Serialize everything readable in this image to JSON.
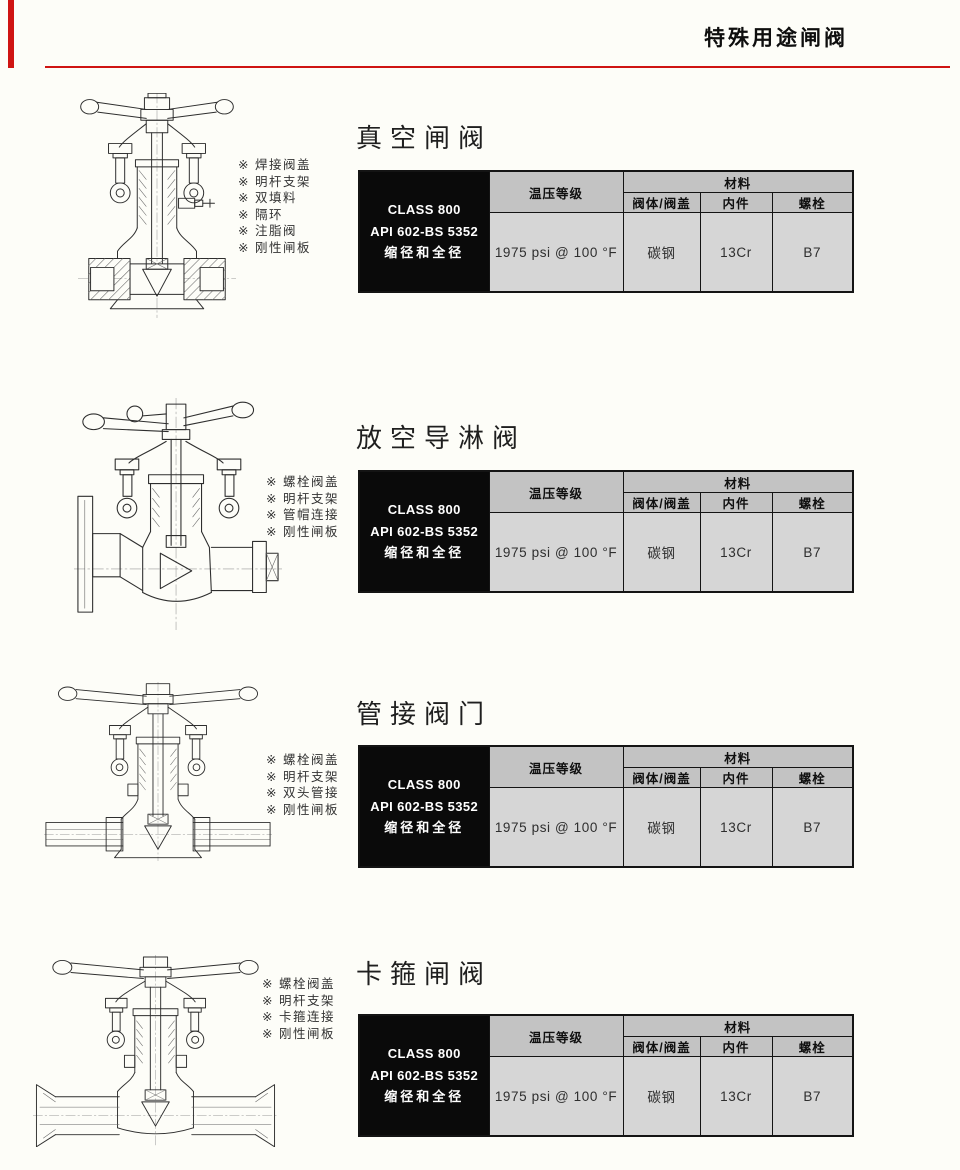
{
  "page": {
    "title": "特殊用途闸阀",
    "colors": {
      "accent_red": "#cf1412",
      "table_header_bg": "#c3c3c3",
      "table_cell_bg": "#d6d6d6",
      "spec_block_bg": "#0a0a0a",
      "page_bg": "#fdfdf8"
    }
  },
  "sections": [
    {
      "title": "真空闸阀",
      "drawing": "socket-weld-gate-valve",
      "features": [
        "※ 焊接阀盖",
        "※ 明杆支架",
        "※ 双填料",
        "※ 隔环",
        "※ 注脂阀",
        "※ 刚性闸板"
      ],
      "table": {
        "class_rating": [
          "CLASS 800",
          "API 602-BS 5352",
          "缩径和全径"
        ],
        "pressure_temp_header": "温压等级",
        "material_header": "材料",
        "material_columns": [
          "阀体/阀盖",
          "内件",
          "螺栓"
        ],
        "pressure_temp_value": "1975 psi @ 100 °F",
        "body_bonnet_value": "碳钢",
        "trim_value": "13Cr",
        "bolting_value": "B7"
      }
    },
    {
      "title": "放空导淋阀",
      "drawing": "flanged-vent-drain-valve",
      "features": [
        "※ 螺栓阀盖",
        "※ 明杆支架",
        "※ 管帽连接",
        "※ 刚性闸板"
      ],
      "table": {
        "class_rating": [
          "CLASS 800",
          "API 602-BS 5352",
          "缩径和全径"
        ],
        "pressure_temp_header": "温压等级",
        "material_header": "材料",
        "material_columns": [
          "阀体/阀盖",
          "内件",
          "螺栓"
        ],
        "pressure_temp_value": "1975 psi @ 100 °F",
        "body_bonnet_value": "碳钢",
        "trim_value": "13Cr",
        "bolting_value": "B7"
      }
    },
    {
      "title": "管接阀门",
      "drawing": "pipe-nipple-gate-valve",
      "features": [
        "※ 螺栓阀盖",
        "※ 明杆支架",
        "※ 双头管接",
        "※ 刚性闸板"
      ],
      "table": {
        "class_rating": [
          "CLASS 800",
          "API 602-BS 5352",
          "缩径和全径"
        ],
        "pressure_temp_header": "温压等级",
        "material_header": "材料",
        "material_columns": [
          "阀体/阀盖",
          "内件",
          "螺栓"
        ],
        "pressure_temp_value": "1975 psi @ 100 °F",
        "body_bonnet_value": "碳钢",
        "trim_value": "13Cr",
        "bolting_value": "B7"
      }
    },
    {
      "title": "卡箍闸阀",
      "drawing": "clamp-end-gate-valve",
      "features": [
        "※ 螺栓阀盖",
        "※ 明杆支架",
        "※ 卡箍连接",
        "※ 刚性闸板"
      ],
      "table": {
        "class_rating": [
          "CLASS 800",
          "API 602-BS 5352",
          "缩径和全径"
        ],
        "pressure_temp_header": "温压等级",
        "material_header": "材料",
        "material_columns": [
          "阀体/阀盖",
          "内件",
          "螺栓"
        ],
        "pressure_temp_value": "1975 psi @ 100 °F",
        "body_bonnet_value": "碳钢",
        "trim_value": "13Cr",
        "bolting_value": "B7"
      }
    }
  ]
}
